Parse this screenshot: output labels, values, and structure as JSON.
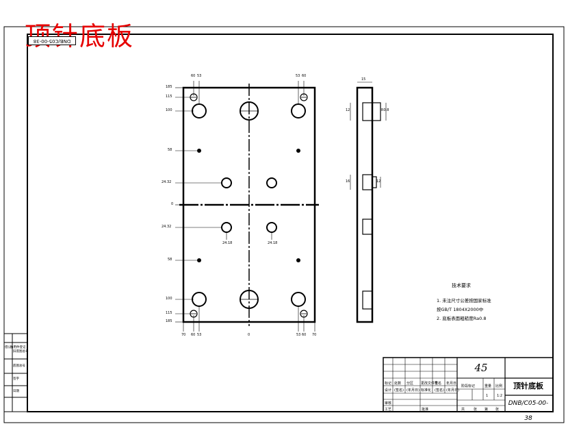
{
  "header": {
    "red_title": "顶针底板",
    "stamp": "DNB/C05-00-38"
  },
  "title_block": {
    "material": "45",
    "part_name": "顶针底板",
    "drawing_number": "DNB/C05-00-38",
    "headers_row1": [
      "标记",
      "处数",
      "分区",
      "更改文件号",
      "签名",
      "年月日"
    ],
    "headers_row2": [
      "设计",
      "(签名)",
      "(年月日)",
      "标准化",
      "(签名)",
      "(年月日)"
    ],
    "headers_row3": [
      "审核",
      "",
      "",
      "",
      "",
      ""
    ],
    "headers_row4": [
      "工艺",
      "",
      "",
      "批准",
      "",
      ""
    ],
    "stage_labels": [
      "阶段标记",
      "重量",
      "比例"
    ],
    "ratio": "1:2",
    "scale_num": "1",
    "sheet_labels": [
      "共",
      "张",
      "第",
      "张"
    ]
  },
  "tech_requirements": {
    "title": "技术要求",
    "lines": [
      "1. 未注尺寸公差按国家标准",
      "按GB/T 1804X2000中",
      "2. 底板表面粗糙度Ra0.8"
    ]
  },
  "left_dims": [
    "185",
    "115",
    "100",
    "58",
    "24.32",
    "0",
    "24.32",
    "58",
    "100",
    "115",
    "185"
  ],
  "top_dims": [
    "60",
    "53",
    "53",
    "60"
  ],
  "bottom_dims": [
    "70",
    "60",
    "53",
    "0",
    "53",
    "60",
    "70"
  ],
  "hole_labels": [
    "24.18",
    "24.18"
  ],
  "side_dims": [
    "15",
    "12",
    "R0.8",
    "16",
    "12"
  ],
  "left_strip_labels": [
    "借(通)用件登记",
    "旧底图总号",
    "底图总号",
    "签字",
    "日期"
  ],
  "colors": {
    "line": "#000000",
    "title_red": "#e60000",
    "background": "#ffffff"
  }
}
